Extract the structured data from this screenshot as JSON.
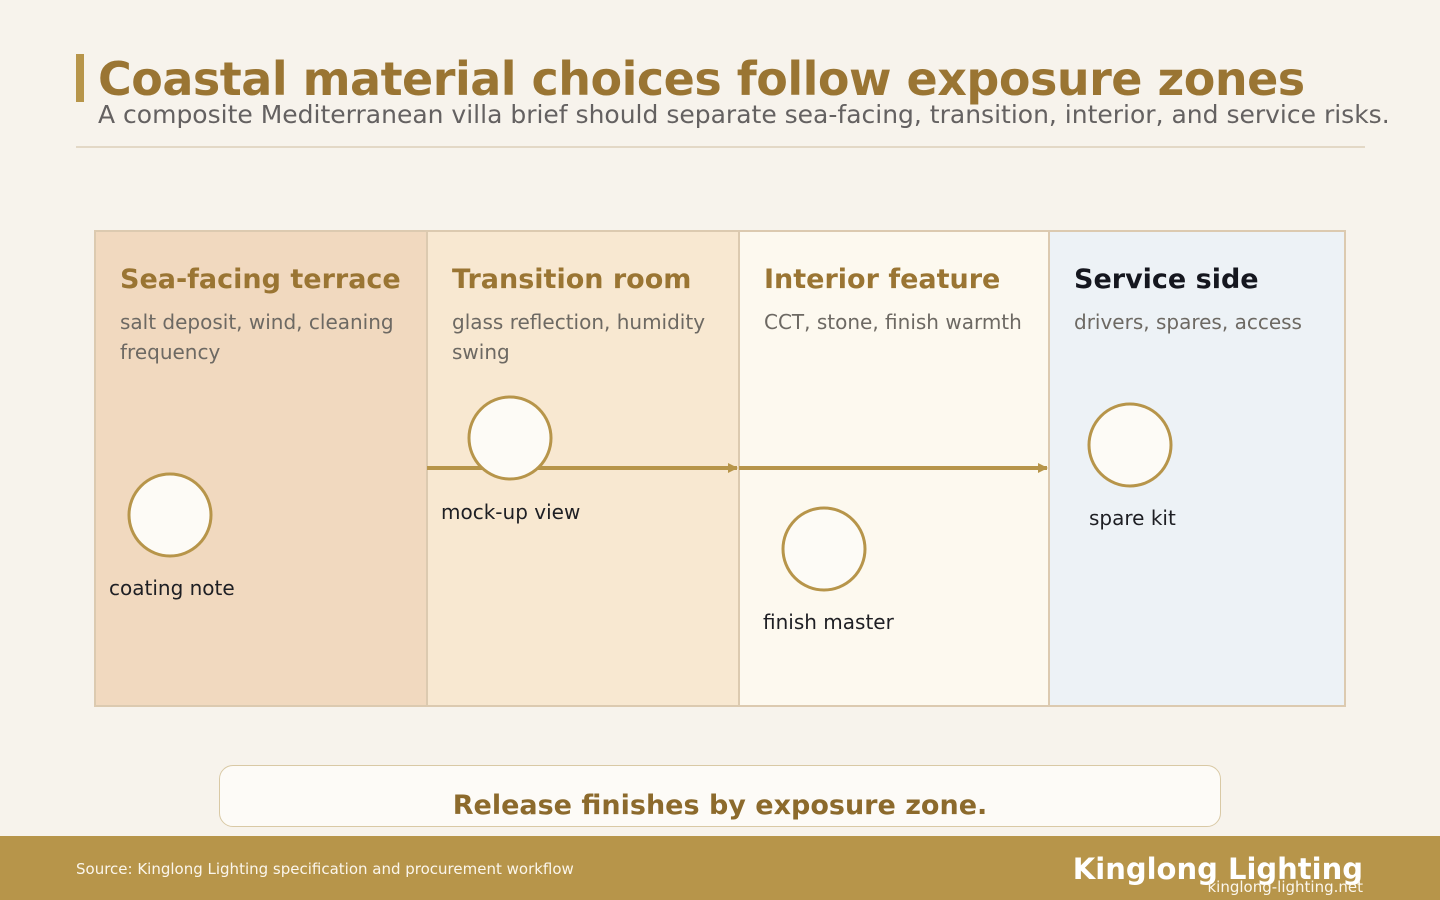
{
  "header": {
    "title": "Coastal material choices follow exposure zones",
    "subtitle": "A composite Mediterranean villa brief should separate sea-facing, transition, interior, and service risks."
  },
  "colors": {
    "accent": "#b7954a",
    "title": "#9a7533",
    "zone_1_fill": "#f1d9bf",
    "zone_2_fill": "#f8e8d1",
    "zone_3_fill": "#fdf9ef",
    "zone_4_fill": "#edf2f6"
  },
  "zones": [
    {
      "title": "Sea-facing terrace",
      "desc": "salt deposit, wind, cleaning frequency",
      "node_label": "coating note"
    },
    {
      "title": "Transition room",
      "desc": "glass reflection, humidity swing",
      "node_label": "mock-up view"
    },
    {
      "title": "Interior feature",
      "desc": "CCT, stone, finish warmth",
      "node_label": "finish master"
    },
    {
      "title": "Service side",
      "desc": "drivers, spares, access",
      "node_label": "spare kit"
    }
  ],
  "callout": {
    "text": "Release finishes by exposure zone."
  },
  "footer": {
    "source": "Source: Kinglong Lighting specification and procurement workflow",
    "brand": "Kinglong Lighting",
    "url": "kinglong-lighting.net"
  }
}
